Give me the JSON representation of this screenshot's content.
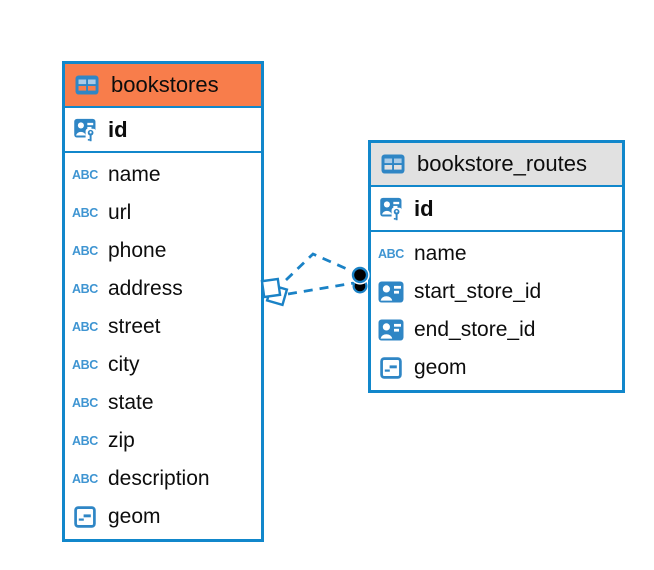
{
  "diagram": {
    "background": "#ffffff",
    "accent_blue": "#1187cb",
    "icon_blue": "#2f86c5",
    "text_color": "#0d0d0d",
    "orange_header": "#f87d4b",
    "gray_header": "#e1e1e1"
  },
  "icons": {
    "text_type_glyph": "ABC",
    "table_icon": "table-grid",
    "primary_key_icon": "person-with-key",
    "reference_icon": "person-badge",
    "geometry_icon": "square-with-dash"
  },
  "tables": [
    {
      "name": "bookstores",
      "header_color": "#f87d4b",
      "primary_key": {
        "name": "id",
        "type": "primary-key"
      },
      "fields": [
        {
          "name": "name",
          "type": "text"
        },
        {
          "name": "url",
          "type": "text"
        },
        {
          "name": "phone",
          "type": "text"
        },
        {
          "name": "address",
          "type": "text"
        },
        {
          "name": "street",
          "type": "text"
        },
        {
          "name": "city",
          "type": "text"
        },
        {
          "name": "state",
          "type": "text"
        },
        {
          "name": "zip",
          "type": "text"
        },
        {
          "name": "description",
          "type": "text"
        },
        {
          "name": "geom",
          "type": "geometry"
        }
      ]
    },
    {
      "name": "bookstore_routes",
      "header_color": "#e1e1e1",
      "primary_key": {
        "name": "id",
        "type": "primary-key"
      },
      "fields": [
        {
          "name": "name",
          "type": "text"
        },
        {
          "name": "start_store_id",
          "type": "reference"
        },
        {
          "name": "end_store_id",
          "type": "reference"
        },
        {
          "name": "geom",
          "type": "geometry"
        }
      ]
    }
  ],
  "relationships": {
    "count": 2,
    "line_style": "dashed",
    "source_table": "bookstores",
    "target_table": "bookstore_routes",
    "source_marker": "stacked-squares",
    "target_marker": "filled-circles"
  }
}
